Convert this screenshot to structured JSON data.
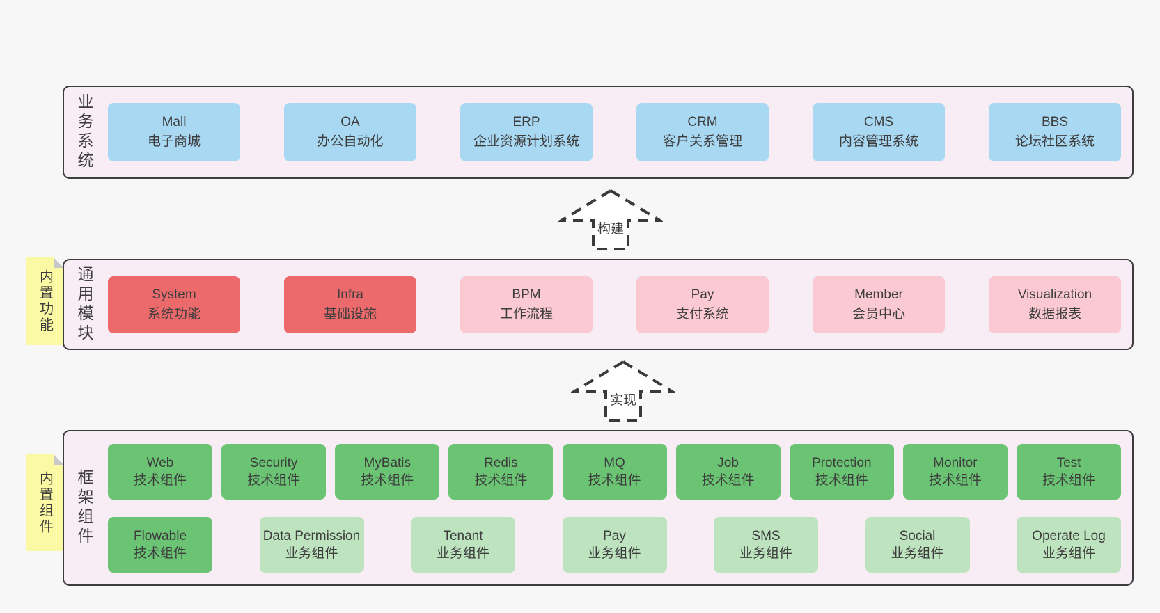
{
  "colors": {
    "page_bg": "#f7f7f7",
    "band_bg": "#f8ecf5",
    "band_border": "#3d3d3d",
    "text": "#3d3d3d",
    "blue": "#a9d8f2",
    "red": "#ed6a6c",
    "pink": "#fac9d2",
    "green": "#6ac473",
    "light_green": "#bee3bf",
    "sticky_yellow": "#fbf9a3",
    "fold_gray": "#c8c8c8"
  },
  "bands": {
    "business": {
      "label": "业务系统",
      "boxes": [
        {
          "title": "Mall",
          "subtitle": "电子商城"
        },
        {
          "title": "OA",
          "subtitle": "办公自动化"
        },
        {
          "title": "ERP",
          "subtitle": "企业资源计划系统"
        },
        {
          "title": "CRM",
          "subtitle": "客户关系管理"
        },
        {
          "title": "CMS",
          "subtitle": "内容管理系统"
        },
        {
          "title": "BBS",
          "subtitle": "论坛社区系统"
        }
      ]
    },
    "modules": {
      "label": "通用模块",
      "sticky_note": "内置功能",
      "boxes": [
        {
          "title": "System",
          "subtitle": "系统功能",
          "variant": "red"
        },
        {
          "title": "Infra",
          "subtitle": "基础设施",
          "variant": "red"
        },
        {
          "title": "BPM",
          "subtitle": "工作流程",
          "variant": "pink"
        },
        {
          "title": "Pay",
          "subtitle": "支付系统",
          "variant": "pink"
        },
        {
          "title": "Member",
          "subtitle": "会员中心",
          "variant": "pink"
        },
        {
          "title": "Visualization",
          "subtitle": "数据报表",
          "variant": "pink"
        }
      ]
    },
    "framework": {
      "label": "框架组件",
      "sticky_note": "内置组件",
      "row1": [
        {
          "title": "Web",
          "subtitle": "技术组件",
          "variant": "green"
        },
        {
          "title": "Security",
          "subtitle": "技术组件",
          "variant": "green"
        },
        {
          "title": "MyBatis",
          "subtitle": "技术组件",
          "variant": "green"
        },
        {
          "title": "Redis",
          "subtitle": "技术组件",
          "variant": "green"
        },
        {
          "title": "MQ",
          "subtitle": "技术组件",
          "variant": "green"
        },
        {
          "title": "Job",
          "subtitle": "技术组件",
          "variant": "green"
        },
        {
          "title": "Protection",
          "subtitle": "技术组件",
          "variant": "green"
        },
        {
          "title": "Monitor",
          "subtitle": "技术组件",
          "variant": "green"
        }
      ],
      "row2": [
        {
          "title": "Test",
          "subtitle": "技术组件",
          "variant": "green"
        },
        {
          "title": "Flowable",
          "subtitle": "技术组件",
          "variant": "green"
        },
        {
          "title": "Data Permission",
          "subtitle": "业务组件",
          "variant": "light"
        },
        {
          "title": "Tenant",
          "subtitle": "业务组件",
          "variant": "light"
        },
        {
          "title": "Pay",
          "subtitle": "业务组件",
          "variant": "light"
        },
        {
          "title": "SMS",
          "subtitle": "业务组件",
          "variant": "light"
        },
        {
          "title": "Social",
          "subtitle": "业务组件",
          "variant": "light"
        },
        {
          "title": "Operate Log",
          "subtitle": "业务组件",
          "variant": "light"
        }
      ]
    }
  },
  "arrows": [
    {
      "label": "构建"
    },
    {
      "label": "实现"
    }
  ]
}
